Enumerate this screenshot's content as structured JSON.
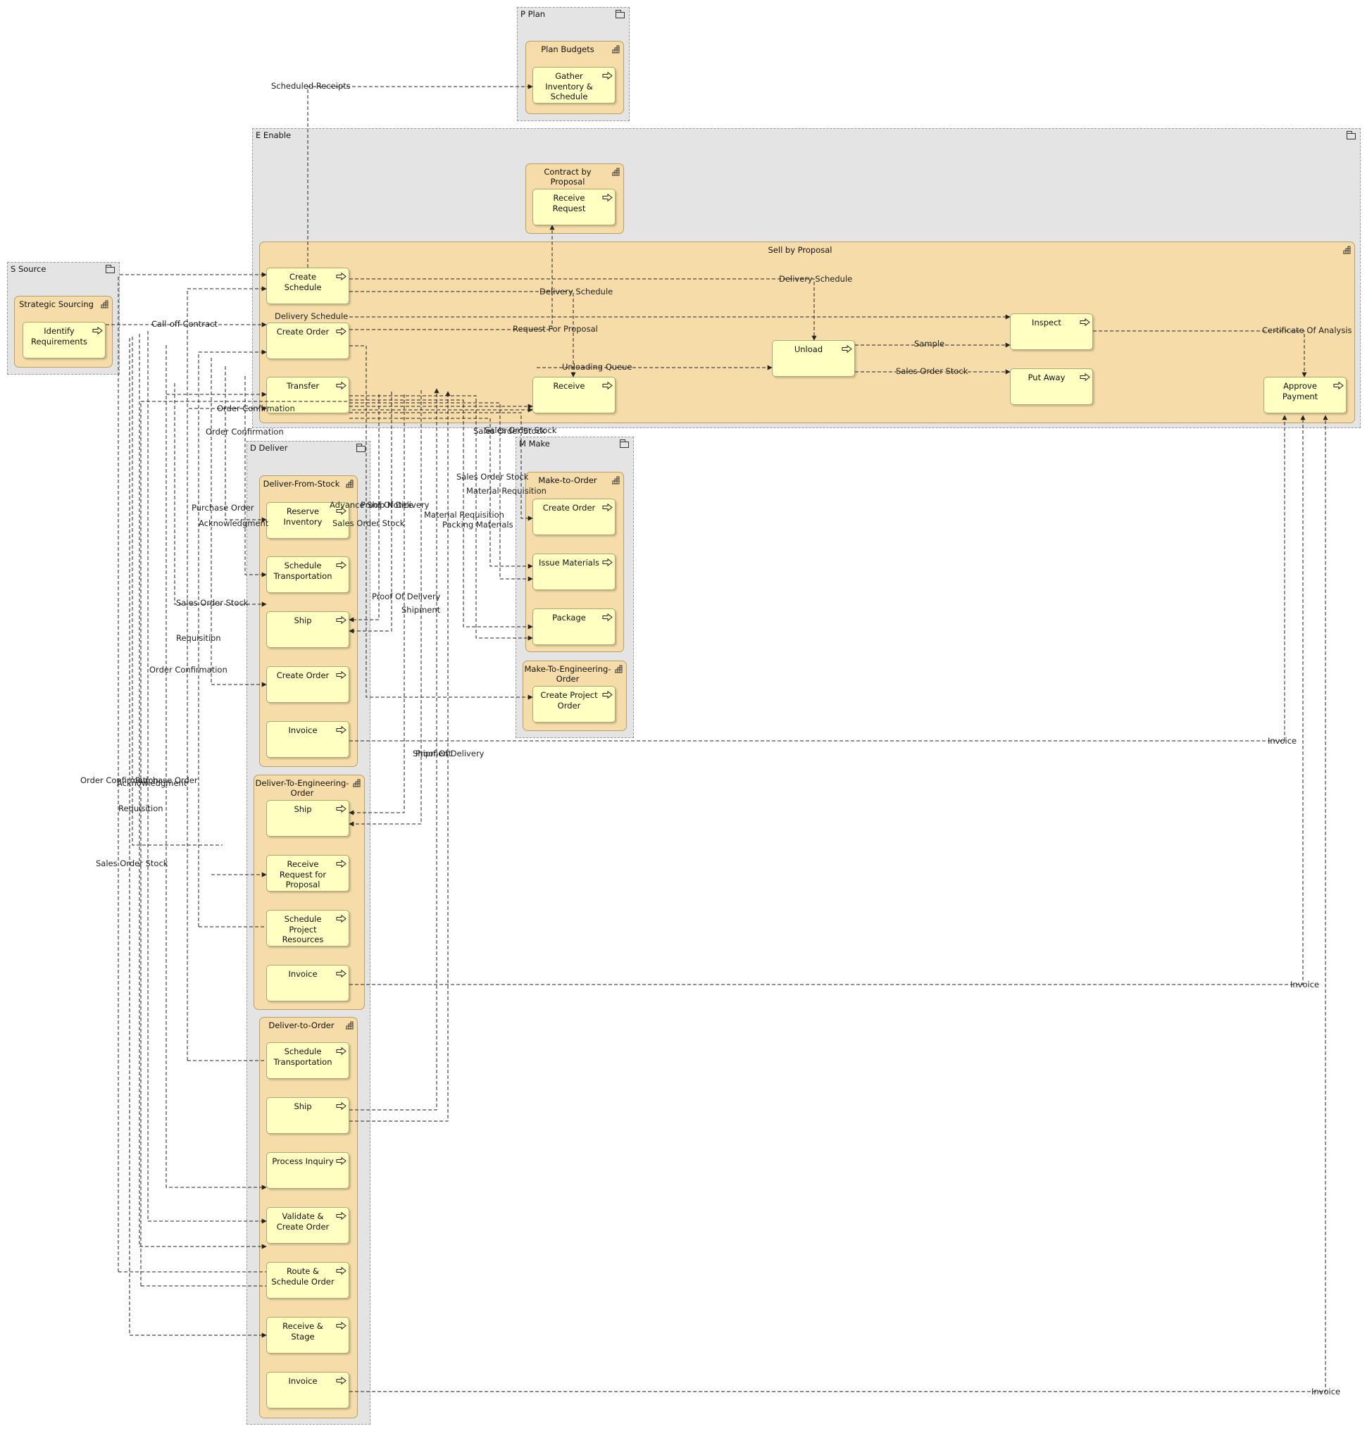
{
  "colors": {
    "package_fill": "#e4e4e4",
    "group_fill": "#f5dca8",
    "process_fill": "#ffffc2",
    "connector": "#222222"
  },
  "icons": {
    "package": "folder-icon",
    "group": "grid-icon",
    "process": "arrow-right-icon"
  },
  "packages": [
    {
      "id": "plan",
      "title": "P Plan"
    },
    {
      "id": "enable",
      "title": "E Enable"
    },
    {
      "id": "source",
      "title": "S Source"
    },
    {
      "id": "deliver",
      "title": "D Deliver"
    },
    {
      "id": "make",
      "title": "M Make"
    }
  ],
  "groups": [
    {
      "id": "plan_budgets",
      "title": "Plan Budgets"
    },
    {
      "id": "contract_proposal",
      "title": "Contract by Proposal"
    },
    {
      "id": "sell_proposal",
      "title": "Sell by Proposal"
    },
    {
      "id": "strategic_sourcing",
      "title": "Strategic Sourcing"
    },
    {
      "id": "dfs",
      "title": "Deliver-From-Stock"
    },
    {
      "id": "dte",
      "title": "Deliver-To-Engineering-Order"
    },
    {
      "id": "dto",
      "title": "Deliver-to-Order"
    },
    {
      "id": "mto",
      "title": "Make-to-Order"
    },
    {
      "id": "mteo",
      "title": "Make-To-Engineering-Order"
    }
  ],
  "processes": [
    {
      "id": "gather",
      "label": "Gather Inventory & Schedule"
    },
    {
      "id": "receive_request",
      "label": "Receive Request"
    },
    {
      "id": "create_schedule",
      "label": "Create Schedule"
    },
    {
      "id": "sp_create_order",
      "label": "Create Order"
    },
    {
      "id": "transfer",
      "label": "Transfer"
    },
    {
      "id": "sp_receive",
      "label": "Receive"
    },
    {
      "id": "unload",
      "label": "Unload"
    },
    {
      "id": "inspect",
      "label": "Inspect"
    },
    {
      "id": "put_away",
      "label": "Put Away"
    },
    {
      "id": "approve_payment",
      "label": "Approve Payment"
    },
    {
      "id": "identify_req",
      "label": "Identify Requirements"
    },
    {
      "id": "reserve_inventory",
      "label": "Reserve Inventory"
    },
    {
      "id": "dfs_sched_transport",
      "label": "Schedule Transportation"
    },
    {
      "id": "dfs_ship",
      "label": "Ship"
    },
    {
      "id": "dfs_create_order",
      "label": "Create Order"
    },
    {
      "id": "dfs_invoice",
      "label": "Invoice"
    },
    {
      "id": "dte_ship",
      "label": "Ship"
    },
    {
      "id": "dte_receive_rfp",
      "label": "Receive Request for Proposal"
    },
    {
      "id": "dte_sched_resources",
      "label": "Schedule Project Resources"
    },
    {
      "id": "dte_invoice",
      "label": "Invoice"
    },
    {
      "id": "dto_sched_transport",
      "label": "Schedule Transportation"
    },
    {
      "id": "dto_ship",
      "label": "Ship"
    },
    {
      "id": "dto_process_inquiry",
      "label": "Process Inquiry"
    },
    {
      "id": "dto_validate",
      "label": "Validate & Create Order"
    },
    {
      "id": "dto_route",
      "label": "Route & Schedule Order"
    },
    {
      "id": "dto_receive_stage",
      "label": "Receive & Stage"
    },
    {
      "id": "dto_invoice",
      "label": "Invoice"
    },
    {
      "id": "mto_create_order",
      "label": "Create Order"
    },
    {
      "id": "mto_issue",
      "label": "Issue Materials"
    },
    {
      "id": "mto_package",
      "label": "Package"
    },
    {
      "id": "mteo_create_project",
      "label": "Create Project Order"
    }
  ],
  "flows": [
    {
      "id": "f1",
      "label": "Scheduled Receipts"
    },
    {
      "id": "f2",
      "label": "Delivery Schedule"
    },
    {
      "id": "f3",
      "label": "Delivery Schedule"
    },
    {
      "id": "f4",
      "label": "Delivery Schedule"
    },
    {
      "id": "f5",
      "label": "Call-off Contract"
    },
    {
      "id": "f6",
      "label": "Request For Proposal"
    },
    {
      "id": "f7",
      "label": "Certificate Of Analysis"
    },
    {
      "id": "f8",
      "label": "Sample"
    },
    {
      "id": "f9",
      "label": "Unloading Queue"
    },
    {
      "id": "f10",
      "label": "Sales Order Stock"
    },
    {
      "id": "f11",
      "label": "Order Confirmation"
    },
    {
      "id": "f12",
      "label": "Order Confirmation"
    },
    {
      "id": "f13",
      "label": "Sales Order Stock"
    },
    {
      "id": "f14",
      "label": "Advance Ship Notice"
    },
    {
      "id": "f15",
      "label": "Proof Of Delivery"
    },
    {
      "id": "f16",
      "label": "Sales Order Stock"
    },
    {
      "id": "f17",
      "label": "Purchase Order"
    },
    {
      "id": "f18",
      "label": "Acknowledgment"
    },
    {
      "id": "f19",
      "label": "Sales Order Stock"
    },
    {
      "id": "f20",
      "label": "Material Requisition"
    },
    {
      "id": "f21",
      "label": "Material Requisition"
    },
    {
      "id": "f22",
      "label": "Packing Materials"
    },
    {
      "id": "f23",
      "label": "Sales Order Stock"
    },
    {
      "id": "f24",
      "label": "Proof Of Delivery"
    },
    {
      "id": "f25",
      "label": "Shipment"
    },
    {
      "id": "f26",
      "label": "Requisition"
    },
    {
      "id": "f27",
      "label": "Order Confirmation"
    },
    {
      "id": "f28",
      "label": "Invoice"
    },
    {
      "id": "f29",
      "label": "Sales Order Stock"
    },
    {
      "id": "f30",
      "label": "Proof Of Delivery"
    },
    {
      "id": "f31",
      "label": "Shipment"
    },
    {
      "id": "f32",
      "label": "Order Confirmation"
    },
    {
      "id": "f33",
      "label": "Purchase Order"
    },
    {
      "id": "f34",
      "label": "Acknowledgment"
    },
    {
      "id": "f35",
      "label": "Requisition"
    },
    {
      "id": "f36",
      "label": "Sales Order Stock"
    },
    {
      "id": "f37",
      "label": "Invoice"
    },
    {
      "id": "f38",
      "label": "Invoice"
    }
  ]
}
